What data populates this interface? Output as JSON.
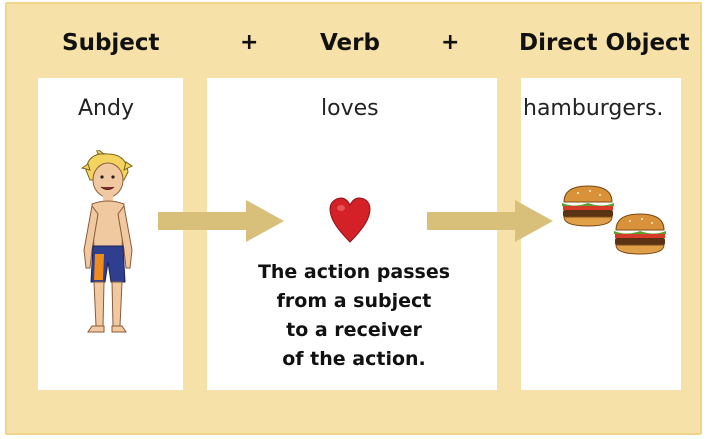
{
  "header": {
    "subject": "Subject",
    "plus1": "+",
    "verb": "Verb",
    "plus2": "+",
    "direct_object": "Direct Object"
  },
  "panels": {
    "subject_word": "Andy",
    "verb_word": "loves",
    "object_word": "hamburgers."
  },
  "caption": {
    "line1": "The action passes",
    "line2": "from a subject",
    "line3": "to a receiver",
    "line4": "of the action."
  },
  "icons": {
    "boy": "boy-icon",
    "heart": "heart-icon",
    "hamburger": "hamburger-icon",
    "arrow": "arrow-icon"
  },
  "colors": {
    "background": "#f6e2a8",
    "arrow": "#d8c07a",
    "heart": "#d42027"
  }
}
